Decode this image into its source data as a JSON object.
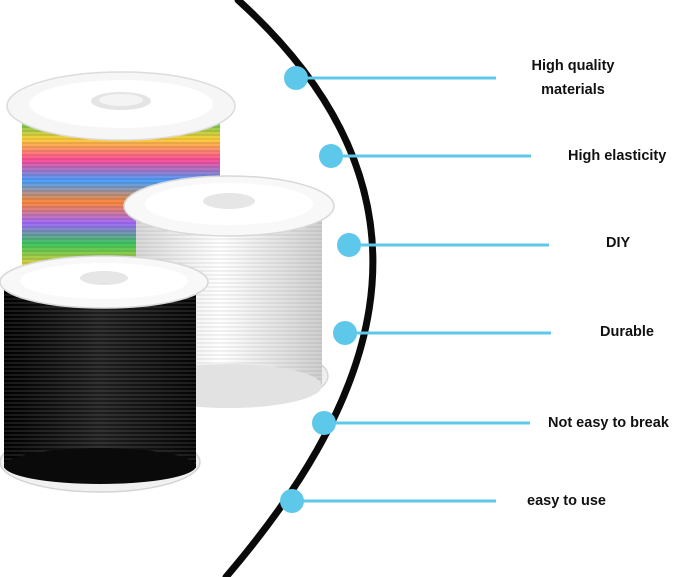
{
  "features": [
    {
      "label": "High quality materials"
    },
    {
      "label": "High elasticity"
    },
    {
      "label": "DIY"
    },
    {
      "label": "Durable"
    },
    {
      "label": "Not easy to break"
    },
    {
      "label": "easy to use"
    }
  ],
  "spools": [
    {
      "name": "rainbow-cord-spool",
      "thread_colors": [
        "#ff4f9a",
        "#ffd23a",
        "#3ec95c",
        "#4aa3ff",
        "#a36bff"
      ]
    },
    {
      "name": "white-cord-spool",
      "thread_colors": [
        "#ffffff",
        "#e6e6e6"
      ]
    },
    {
      "name": "black-cord-spool",
      "thread_colors": [
        "#0b0b0b",
        "#1c1c1c"
      ]
    }
  ],
  "colors": {
    "accent": "#5ec8ea",
    "curve": "#0a0a0a",
    "background": "#ffffff"
  }
}
